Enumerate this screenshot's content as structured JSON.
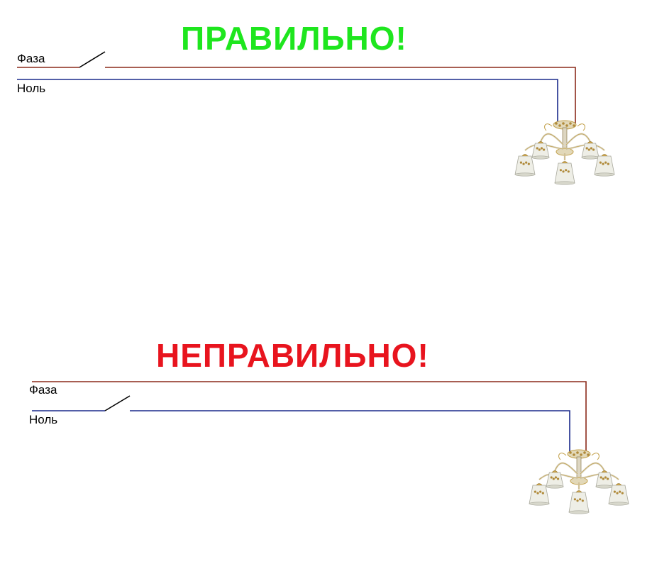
{
  "colors": {
    "correct": "#1ee61e",
    "wrong": "#e8141e",
    "phase_wire": "#8b2a1a",
    "neutral_wire": "#1a2a8b",
    "switch": "#000000"
  },
  "icons": {
    "lamp": "chandelier-icon"
  },
  "correct": {
    "heading": "ПРАВИЛЬНО!",
    "phase_label": "Фаза",
    "neutral_label": "Ноль"
  },
  "wrong": {
    "heading": "НЕПРАВИЛЬНО!",
    "phase_label": "Фаза",
    "neutral_label": "Ноль"
  }
}
